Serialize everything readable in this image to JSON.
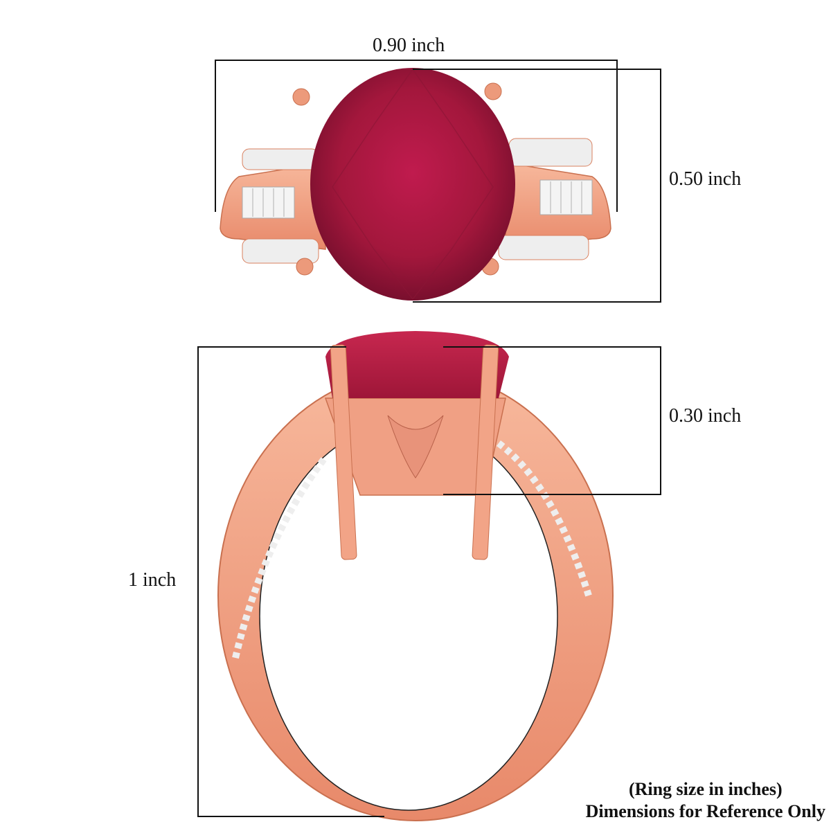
{
  "dimensions": {
    "top_width": "0.90 inch",
    "top_height": "0.50 inch",
    "side_height": "0.30 inch",
    "ring_height": "1 inch"
  },
  "note": {
    "line1": "(Ring size in inches)",
    "line2": "Dimensions for Reference Only"
  },
  "colors": {
    "gold": "#f2a487",
    "gold_dark": "#d9805f",
    "ruby": "#a3173c",
    "ruby_dark": "#6e0d2a",
    "line": "#111111"
  }
}
